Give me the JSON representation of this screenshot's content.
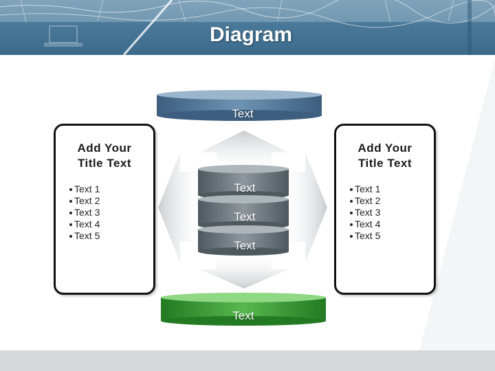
{
  "slide": {
    "title": "Diagram"
  },
  "diagram": {
    "top_disk": "Text",
    "stack": [
      "Text",
      "Text",
      "Text"
    ],
    "bottom_disk": "Text"
  },
  "left_box": {
    "title_line1": "Add Your",
    "title_line2": "Title Text",
    "items": [
      "Text 1",
      "Text 2",
      "Text 3",
      "Text 4",
      "Text 5"
    ]
  },
  "right_box": {
    "title_line1": "Add Your",
    "title_line2": "Title Text",
    "items": [
      "Text 1",
      "Text 2",
      "Text 3",
      "Text 4",
      "Text 5"
    ]
  },
  "colors": {
    "top_disk": "#4f7394",
    "bottom_disk": "#3a9a36",
    "stack_disks": "#6e7a82",
    "banner": "#4a7898"
  }
}
